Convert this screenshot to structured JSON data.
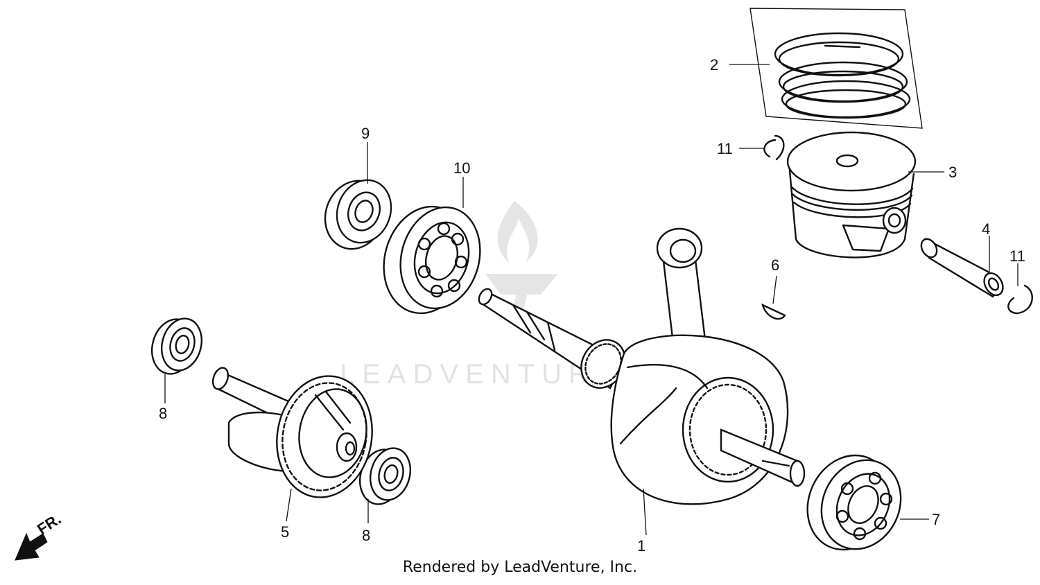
{
  "watermark": {
    "text": "LEADVENTURE"
  },
  "callouts": [
    {
      "id": "crankshaft",
      "label": "1"
    },
    {
      "id": "piston-ring-set",
      "label": "2"
    },
    {
      "id": "piston",
      "label": "3"
    },
    {
      "id": "piston-pin",
      "label": "4"
    },
    {
      "id": "balancer-shaft",
      "label": "5"
    },
    {
      "id": "woodruff-key",
      "label": "6"
    },
    {
      "id": "bearing-right",
      "label": "7"
    },
    {
      "id": "bearing-upper-left",
      "label": "8"
    },
    {
      "id": "bearing-lower",
      "label": "8"
    },
    {
      "id": "bearing-small-top",
      "label": "9"
    },
    {
      "id": "bearing-large-top",
      "label": "10"
    },
    {
      "id": "clip-left",
      "label": "11"
    },
    {
      "id": "clip-right",
      "label": "11"
    }
  ],
  "direction_indicator": {
    "label": "FR."
  },
  "footer": {
    "text": "Rendered by LeadVenture, Inc."
  },
  "colors": {
    "ink": "#111111",
    "background": "#ffffff",
    "watermark": "#d0d0d0"
  }
}
